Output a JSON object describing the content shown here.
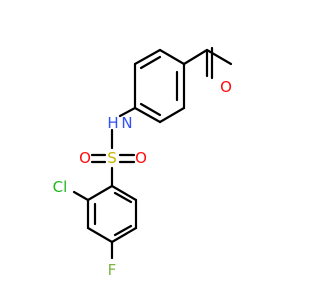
{
  "colors": {
    "bond": "#000000",
    "oxygen": "#ff0d0d",
    "nitrogen": "#3050f8",
    "sulfur": "#c8b400",
    "chlorine": "#1fb81f",
    "fluorine": "#7cb342",
    "carbon_label": "#000000"
  },
  "atoms": {
    "ketone_oxygen": "O",
    "amide_nitrogen": "N",
    "amide_hydrogen": "H",
    "sulfur": "S",
    "sulfonyl_oxygen_left": "O",
    "sulfonyl_oxygen_right": "O",
    "chlorine": "Cl",
    "fluorine": "F"
  }
}
